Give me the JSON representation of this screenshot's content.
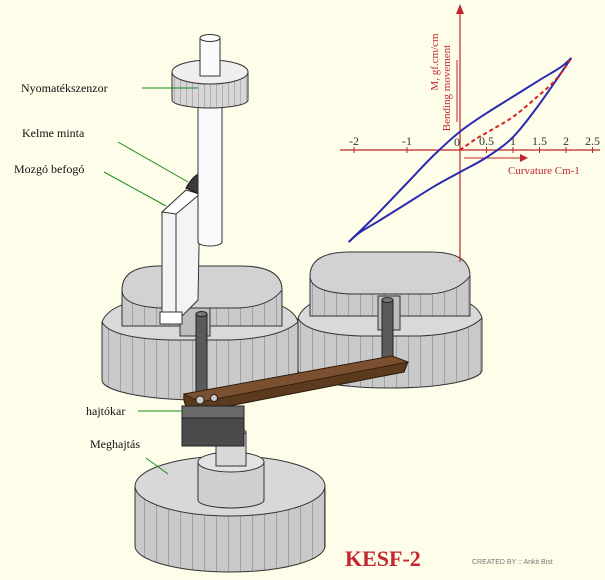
{
  "labels": {
    "torque_sensor": "Nyomatékszenzor",
    "fabric_sample": "Kelme minta",
    "moving_clamp": "Mozgó befogó",
    "crank": "hajtókar",
    "drive": "Meghajtás"
  },
  "brand": "KESF-2",
  "credit": "CREATED BY :: Ankit Bist",
  "chart_data": {
    "type": "line",
    "xlabel": "Curvature Cm-1",
    "ylabel": "M, gf.cm/cm",
    "ylabel2": "Bending movement",
    "x_ticks": [
      -2,
      -1,
      0,
      0.5,
      1,
      1.5,
      2,
      2.5
    ],
    "x_tick_labels": [
      "-2",
      "-1",
      "0",
      "0.5",
      "1",
      "1.5",
      "2",
      "2.5"
    ],
    "xlim": [
      -2.2,
      2.8
    ],
    "ylim": [
      -1.3,
      1.3
    ],
    "colors": {
      "hysteresis": "#2b2bb0",
      "dashed": "#d42020",
      "axes": "#c0262c"
    },
    "series": [
      {
        "style": "solid",
        "x": [
          -2.1,
          -1.6,
          -1.0,
          -0.5,
          0,
          0.5,
          1.0,
          1.5,
          1.9,
          2.1
        ],
        "y": [
          -1.0,
          -0.72,
          -0.36,
          -0.06,
          0.2,
          0.4,
          0.58,
          0.76,
          0.9,
          1.0
        ]
      },
      {
        "style": "solid",
        "x": [
          2.1,
          1.5,
          1.0,
          0.5,
          0,
          -0.5,
          -1.0,
          -1.5,
          -1.9,
          -2.1
        ],
        "y": [
          1.0,
          0.5,
          0.14,
          -0.08,
          -0.24,
          -0.4,
          -0.58,
          -0.76,
          -0.9,
          -1.0
        ]
      },
      {
        "style": "dashed",
        "x": [
          0,
          0.3,
          0.6,
          1.0,
          1.4,
          1.8,
          2.1
        ],
        "y": [
          0.0,
          0.12,
          0.22,
          0.36,
          0.55,
          0.76,
          1.0
        ]
      }
    ]
  }
}
